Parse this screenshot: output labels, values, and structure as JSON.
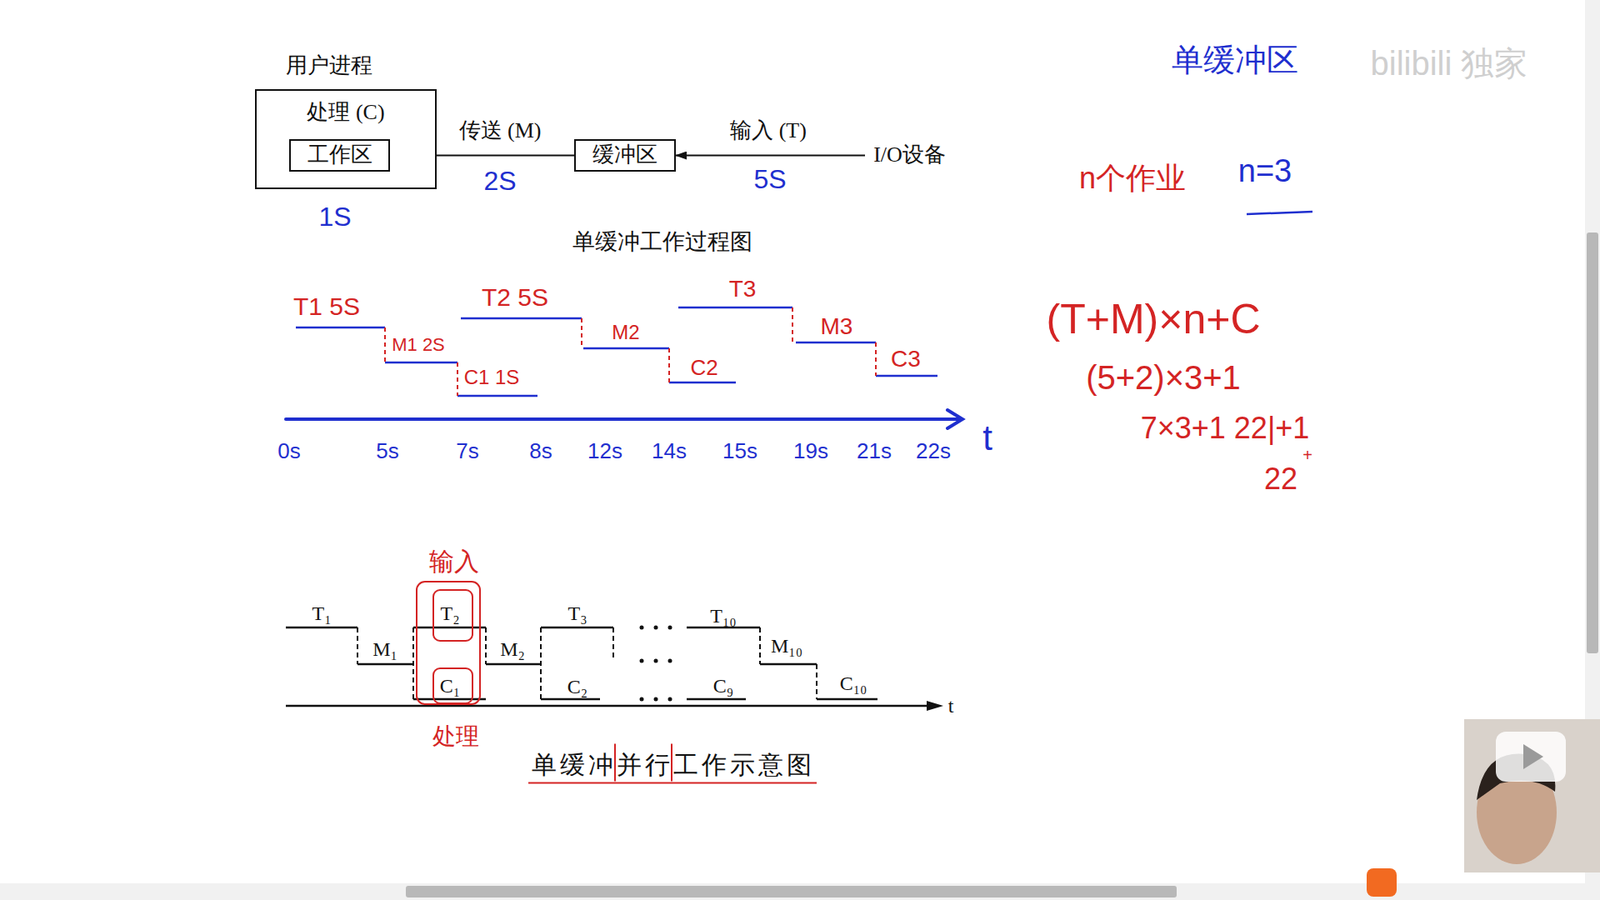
{
  "diagram": {
    "caption": "单缓冲并行工作示意图",
    "nodes": [
      {
        "text": [
          "用户进程",
          "处理 (C)"
        ]
      },
      {
        "text": [
          "工作区"
        ],
        "in": 0
      },
      {
        "text": [
          "缓冲区"
        ]
      },
      {
        "text": [
          "I/O设备"
        ]
      }
    ],
    "edges": [
      {
        "from": 2,
        "to": 1,
        "arrow": "to",
        "label": "传送 (M)"
      },
      {
        "from": 3,
        "to": 2,
        "arrow": "to",
        "label": "输入 (T)"
      }
    ],
    "labels": [
      "单缓冲区",
      "bilibili 独家",
      "n个作业",
      "n=3",
      "(T+M)×n+C",
      "(5+2)×3+1",
      "7×3+1 22|+1",
      "+",
      "22",
      "2S",
      "5S",
      "1S",
      "单缓冲工作过程图",
      "T1 5S",
      "M1 2S",
      "C1 1S",
      "T2 5S",
      "M2",
      "C2",
      "T3",
      "M3",
      "C3",
      "0s",
      "5s",
      "7s",
      "8s",
      "12s",
      "14s",
      "15s",
      "19s",
      "21s",
      "22s",
      "t",
      "T₁",
      "M₁",
      "T₂",
      "C₁",
      "M₂",
      "T₃",
      "C₂",
      "T₁₀",
      "C₉",
      "M₁₀",
      "C₁₀",
      "t",
      "输入",
      "处理"
    ]
  }
}
